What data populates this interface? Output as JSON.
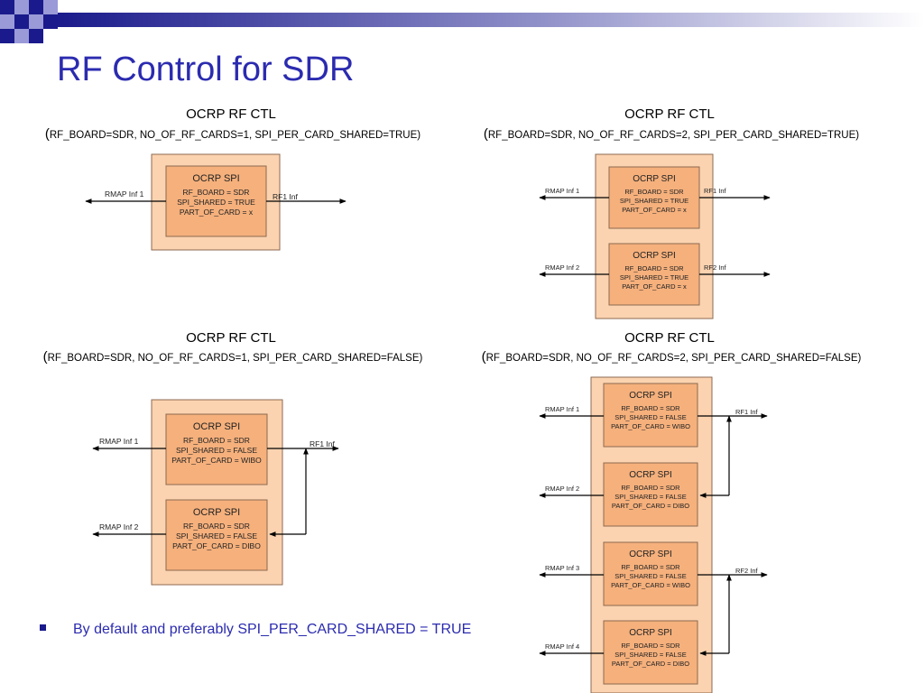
{
  "slide": {
    "title": "RF Control for SDR",
    "bullet": "By default and preferably SPI_PER_CARD_SHARED = TRUE"
  },
  "colors": {
    "title": "#2b2bb0",
    "outer_box": "#fbd3b0",
    "inner_box": "#f5b07c",
    "box_border": "#8c6a50"
  },
  "panels": [
    {
      "title": "OCRP RF CTL",
      "params": "RF_BOARD=SDR, NO_OF_RF_CARDS=1, SPI_PER_CARD_SHARED=TRUE",
      "spis": [
        {
          "title": "OCRP SPI",
          "lines": [
            "RF_BOARD = SDR",
            "SPI_SHARED = TRUE",
            "PART_OF_CARD = x"
          ]
        }
      ],
      "rmap": [
        "RMAP Inf 1"
      ],
      "rf": [
        "RF1 Inf"
      ]
    },
    {
      "title": "OCRP RF CTL",
      "params": "RF_BOARD=SDR, NO_OF_RF_CARDS=2, SPI_PER_CARD_SHARED=TRUE",
      "spis": [
        {
          "title": "OCRP SPI",
          "lines": [
            "RF_BOARD = SDR",
            "SPI_SHARED = TRUE",
            "PART_OF_CARD = x"
          ]
        },
        {
          "title": "OCRP SPI",
          "lines": [
            "RF_BOARD = SDR",
            "SPI_SHARED = TRUE",
            "PART_OF_CARD = x"
          ]
        }
      ],
      "rmap": [
        "RMAP Inf 1",
        "RMAP Inf 2"
      ],
      "rf": [
        "RF1 Inf",
        "RF2 Inf"
      ]
    },
    {
      "title": "OCRP RF CTL",
      "params": "RF_BOARD=SDR, NO_OF_RF_CARDS=1, SPI_PER_CARD_SHARED=FALSE",
      "spis": [
        {
          "title": "OCRP SPI",
          "lines": [
            "RF_BOARD = SDR",
            "SPI_SHARED = FALSE",
            "PART_OF_CARD = WIBO"
          ]
        },
        {
          "title": "OCRP SPI",
          "lines": [
            "RF_BOARD = SDR",
            "SPI_SHARED = FALSE",
            "PART_OF_CARD = DIBO"
          ]
        }
      ],
      "rmap": [
        "RMAP Inf 1",
        "RMAP Inf 2"
      ],
      "rf": [
        "RF1 Inf"
      ]
    },
    {
      "title": "OCRP RF CTL",
      "params": "RF_BOARD=SDR, NO_OF_RF_CARDS=2, SPI_PER_CARD_SHARED=FALSE",
      "spis": [
        {
          "title": "OCRP SPI",
          "lines": [
            "RF_BOARD = SDR",
            "SPI_SHARED = FALSE",
            "PART_OF_CARD = WIBO"
          ]
        },
        {
          "title": "OCRP SPI",
          "lines": [
            "RF_BOARD = SDR",
            "SPI_SHARED = FALSE",
            "PART_OF_CARD = DIBO"
          ]
        },
        {
          "title": "OCRP SPI",
          "lines": [
            "RF_BOARD = SDR",
            "SPI_SHARED = FALSE",
            "PART_OF_CARD = WIBO"
          ]
        },
        {
          "title": "OCRP SPI",
          "lines": [
            "RF_BOARD = SDR",
            "SPI_SHARED = FALSE",
            "PART_OF_CARD = DIBO"
          ]
        }
      ],
      "rmap": [
        "RMAP Inf 1",
        "RMAP Inf 2",
        "RMAP Inf 3",
        "RMAP Inf 4"
      ],
      "rf": [
        "RF1 Inf",
        "RF2 Inf"
      ]
    }
  ]
}
